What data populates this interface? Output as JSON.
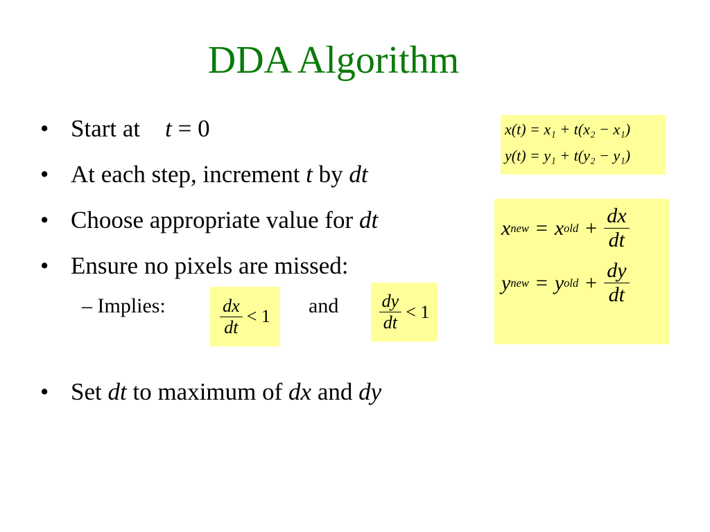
{
  "title": "DDA Algorithm",
  "bullets": {
    "b1": {
      "text": "Start at",
      "var": "t",
      "rest": " = 0"
    },
    "b2": {
      "pre": "At each step, increment ",
      "v1": "t",
      "mid": " by ",
      "v2": "dt"
    },
    "b3": {
      "pre": "Choose appropriate value for ",
      "v1": "dt"
    },
    "b4": {
      "text": "Ensure no pixels are missed:"
    },
    "sub": {
      "dash": "–",
      "label": "Implies:",
      "and": "and"
    },
    "b5": {
      "pre": "Set ",
      "v1": "dt",
      "mid1": " to maximum of ",
      "v2": "dx",
      "mid2": " and ",
      "v3": "dy"
    }
  },
  "bullet_char": "•",
  "implies_eq1": {
    "num": "dx",
    "den": "dt",
    "rel": "< 1"
  },
  "implies_eq2": {
    "num": "dy",
    "den": "dt",
    "rel": "< 1"
  },
  "param_eqs": {
    "x": "x(t) = x₁ + t(x₂ − x₁)",
    "y": "y(t) = y₁ + t(y₂ − y₁)"
  },
  "update_eqs": {
    "x": {
      "lhs": "x",
      "lhs_sub": "new",
      "eq": "=",
      "rhs": "x",
      "rhs_sub": "old",
      "plus": "+",
      "num": "dx",
      "den": "dt"
    },
    "y": {
      "lhs": "y",
      "lhs_sub": "new",
      "eq": "=",
      "rhs": "y",
      "rhs_sub": "old",
      "plus": "+",
      "num": "dy",
      "den": "dt"
    }
  },
  "colors": {
    "title": "#0b7a0b",
    "highlight": "#ffff99"
  }
}
